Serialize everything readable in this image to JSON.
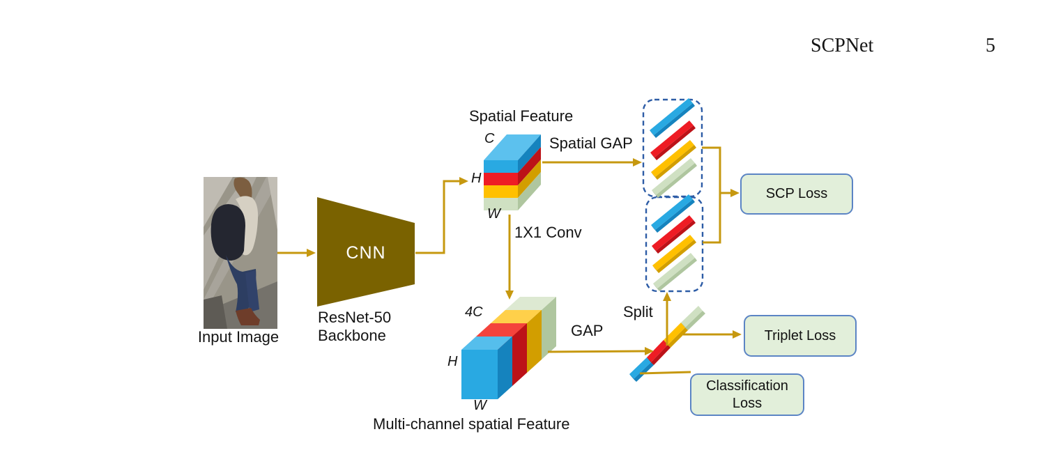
{
  "page": {
    "title": "SCPNet",
    "page_number": "5"
  },
  "figure": {
    "input": {
      "caption": "Input Image"
    },
    "backbone": {
      "label": "CNN",
      "name_line1": "ResNet-50",
      "name_line2": "Backbone"
    },
    "spatial_feature": {
      "title": "Spatial Feature",
      "dim_c": "C",
      "dim_h": "H",
      "dim_w": "W"
    },
    "multichannel_feature": {
      "caption": "Multi-channel spatial Feature",
      "dim_c": "4C",
      "dim_h": "H",
      "dim_w": "W"
    },
    "ops": {
      "spatial_gap": "Spatial GAP",
      "conv": "1X1 Conv",
      "gap": "GAP",
      "split": "Split"
    },
    "losses": {
      "scp": {
        "label": "SCP Loss"
      },
      "triplet": {
        "label": "Triplet Loss"
      },
      "classification": {
        "line1": "Classification",
        "line2": "Loss"
      }
    },
    "colors": {
      "arrow": "#C6980F",
      "cnn_fill": "#7A6200",
      "cnn_text": "#FFFFFF",
      "dashed_border": "#2D5CA6",
      "loss_fill": "#E2EFDA",
      "loss_border": "#5B84C4",
      "channels": {
        "cyan": "#29A9E2",
        "red": "#EE1C24",
        "yellow": "#FFC000",
        "green": "#CFE0C2"
      }
    }
  }
}
